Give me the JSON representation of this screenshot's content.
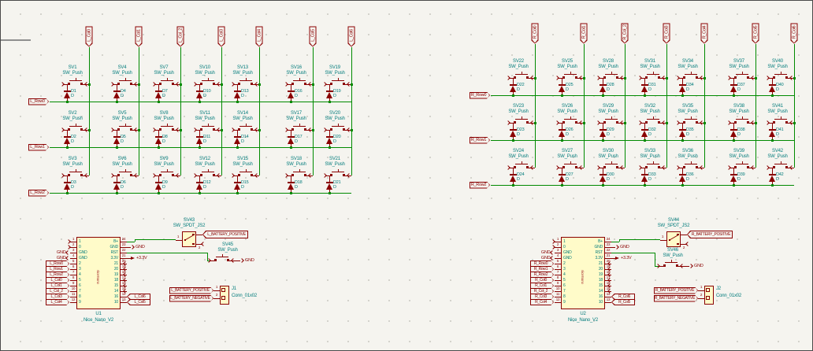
{
  "schematic": {
    "title": "split-keyboard-matrix-schematic",
    "colors": {
      "bg": "#F5F4EF",
      "wire": "#008A00",
      "symbol": "#8A0000",
      "pin_number": "#8A0000",
      "text": "#007B7B",
      "fill": "#FFFBC9",
      "art": "#A52A2A",
      "sheet_line": "#8F8F8F"
    },
    "halves": [
      {
        "side": "left",
        "matrix": {
          "col_labels": [
            "L_Col0",
            "L_Col1",
            "L_Col_2",
            "L_Col3",
            "L_Col4",
            "L_Col5",
            "L_Col6"
          ],
          "row_labels": [
            "L_Row0",
            "L_Row1",
            "L_Row2"
          ],
          "switch_refs": [
            "SV1",
            "SV2",
            "SV3",
            "SV4",
            "SV5",
            "SV6",
            "SV7",
            "SV8",
            "SV9",
            "SV10",
            "SV11",
            "SV12",
            "SV13",
            "SV14",
            "SV15",
            "SV16",
            "SV17",
            "SV18",
            "SV19",
            "SV20",
            "SV21"
          ],
          "diode_refs": [
            "D1",
            "D2",
            "D3",
            "D4",
            "D5",
            "D6",
            "D7",
            "D8",
            "D9",
            "D10",
            "D11",
            "D12",
            "D13",
            "D14",
            "D15",
            "D16",
            "D17",
            "D18",
            "D19",
            "D20",
            "D21"
          ],
          "switch_value": "SW_Push",
          "diode_value": "D"
        },
        "mcu": {
          "ref": "U1",
          "value": "Nice_Nano_V2",
          "art": "nice!nano",
          "pins_left": [
            [
              "1",
              "1",
              ""
            ],
            [
              "2",
              "0",
              ""
            ],
            [
              "3",
              "GND",
              "GND"
            ],
            [
              "4",
              "GND",
              "GND"
            ],
            [
              "5",
              "2",
              "L:L_Row0"
            ],
            [
              "6",
              "3",
              "L:L_Row1"
            ],
            [
              "7",
              "4",
              "L:L_Row2"
            ],
            [
              "8",
              "5",
              "L:L_Col0"
            ],
            [
              "9",
              "6",
              "L:L_Col1"
            ],
            [
              "10",
              "7",
              "L:L_Col_2"
            ],
            [
              "11",
              "8",
              "L:L_Col3"
            ],
            [
              "12",
              "9",
              "L:L_Col4"
            ]
          ],
          "pins_right": [
            [
              "24",
              "B+",
              "WIRE"
            ],
            [
              "23",
              "GND",
              "GND"
            ],
            [
              "22",
              "RST",
              "WIRE"
            ],
            [
              "21",
              "3.3V",
              "3V3"
            ],
            [
              "20",
              "21",
              ""
            ],
            [
              "19",
              "20",
              ""
            ],
            [
              "18",
              "19",
              ""
            ],
            [
              "17",
              "18",
              ""
            ],
            [
              "16",
              "15",
              ""
            ],
            [
              "15",
              "14",
              ""
            ],
            [
              "14",
              "16",
              "L:L_Col6"
            ],
            [
              "13",
              "10",
              "L:L_Col5"
            ]
          ]
        },
        "power_switch": {
          "ref": "SV43",
          "value": "SW_SPDT_JS2",
          "battery_label": "L_BATTERY_POSITIVE",
          "pin1": "1",
          "pin2": "2"
        },
        "reset_switch": {
          "ref": "SV45",
          "value": "SW_Push",
          "gnd_label": "GND"
        },
        "gnd_label": "GND",
        "v33_label": "+3.3V",
        "connector": {
          "ref": "J1",
          "value": "Conn_01x02",
          "pin1": "1",
          "pin2": "2",
          "labels": [
            "L_BATTERY_POSITIVE",
            "L_BATTERY_NEGATIVE"
          ]
        }
      },
      {
        "side": "right",
        "matrix": {
          "col_labels": [
            "R_Col0",
            "R_Col1",
            "R_Col_2",
            "R_Col3",
            "R_Col4",
            "R_Col5",
            "R_Col6"
          ],
          "row_labels": [
            "R_Row0",
            "R_Row1",
            "R_Row2"
          ],
          "switch_refs": [
            "SV22",
            "SV23",
            "SV24",
            "SV25",
            "SV26",
            "SV27",
            "SV28",
            "SV29",
            "SV30",
            "SV31",
            "SV32",
            "SV33",
            "SV34",
            "SV35",
            "SV36",
            "SV37",
            "SV38",
            "SV39",
            "SV40",
            "SV41",
            "SV42"
          ],
          "diode_refs": [
            "D22",
            "D23",
            "D24",
            "D25",
            "D26",
            "D27",
            "D28",
            "D29",
            "D30",
            "D31",
            "D32",
            "D33",
            "D34",
            "D35",
            "D36",
            "D37",
            "D38",
            "D39",
            "D40",
            "D41",
            "D42"
          ],
          "switch_value": "SW_Push",
          "diode_value": "D"
        },
        "mcu": {
          "ref": "U2",
          "value": "Nice_Nano_V2",
          "art": "nice!nano",
          "pins_left": [
            [
              "1",
              "1",
              ""
            ],
            [
              "2",
              "0",
              ""
            ],
            [
              "3",
              "GND",
              "GND"
            ],
            [
              "4",
              "GND",
              "GND"
            ],
            [
              "5",
              "2",
              "L:R_Row0"
            ],
            [
              "6",
              "3",
              "L:R_Row1"
            ],
            [
              "7",
              "4",
              "L:R_Row2"
            ],
            [
              "8",
              "5",
              "L:R_Col0"
            ],
            [
              "9",
              "6",
              "L:R_Col1"
            ],
            [
              "10",
              "7",
              "L:R_Col_2"
            ],
            [
              "11",
              "8",
              "L:R_Col3"
            ],
            [
              "12",
              "9",
              "L:R_Col4"
            ]
          ],
          "pins_right": [
            [
              "24",
              "B+",
              "WIRE"
            ],
            [
              "23",
              "GND",
              "GND"
            ],
            [
              "22",
              "RST",
              "WIRE"
            ],
            [
              "21",
              "3.3V",
              "3V3"
            ],
            [
              "20",
              "21",
              ""
            ],
            [
              "19",
              "20",
              ""
            ],
            [
              "18",
              "19",
              ""
            ],
            [
              "17",
              "18",
              ""
            ],
            [
              "16",
              "15",
              ""
            ],
            [
              "15",
              "14",
              ""
            ],
            [
              "14",
              "16",
              "L:R_Col6"
            ],
            [
              "13",
              "10",
              "L:R_Col5"
            ]
          ]
        },
        "power_switch": {
          "ref": "SV44",
          "value": "SW_SPDT_JS2",
          "battery_label": "R_BATTERY_POSITIVE",
          "pin1": "1",
          "pin2": "2"
        },
        "reset_switch": {
          "ref": "SV46",
          "value": "SW_Push",
          "gnd_label": "GND"
        },
        "gnd_label": "GND",
        "v33_label": "+3.3V",
        "connector": {
          "ref": "J2",
          "value": "Conn_01x02",
          "pin1": "1",
          "pin2": "2",
          "labels": [
            "R_BATTERY_POSITIVE",
            "R_BATTERY_NEGATIVE"
          ]
        }
      }
    ]
  }
}
